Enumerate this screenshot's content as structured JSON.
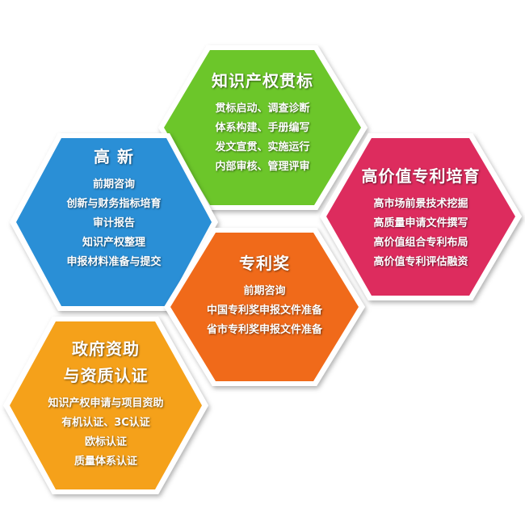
{
  "hexagons": {
    "trademark": {
      "title": "知识产权贯标",
      "color": "#6cc62a",
      "lines": [
        "贯标启动、调查诊断",
        "体系构建、手册编写",
        "发文宣贯、实施运行",
        "内部审核、管理评审"
      ]
    },
    "hightech": {
      "title": "高 新",
      "color": "#2a8fd6",
      "lines": [
        "前期咨询",
        "创新与财务指标培育",
        "审计报告",
        "知识产权整理",
        "申报材料准备与提交"
      ]
    },
    "patent_value": {
      "title": "高价值专利培育",
      "color": "#dd2c5e",
      "lines": [
        "高市场前景技术挖掘",
        "高质量申请文件撰写",
        "高价值组合专利布局",
        "高价值专利评估融资"
      ]
    },
    "patent_award": {
      "title": "专利奖",
      "color": "#f06a1a",
      "lines": [
        "前期咨询",
        "中国专利奖申报文件准备",
        "省市专利奖申报文件准备"
      ]
    },
    "government": {
      "title_line1": "政府资助",
      "title_line2": "与资质认证",
      "color": "#f5a11a",
      "lines": [
        "知识产权申请与项目资助",
        "有机认证、3C认证",
        "欧标认证",
        "质量体系认证"
      ]
    }
  }
}
